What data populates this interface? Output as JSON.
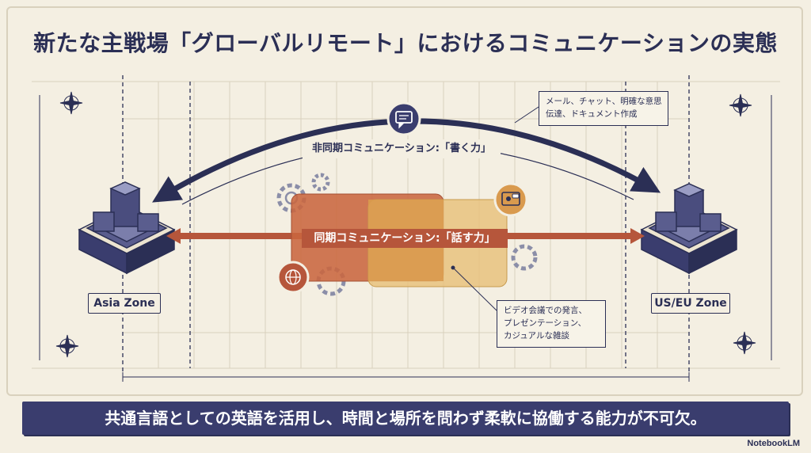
{
  "title": "新たな主戦場「グローバルリモート」におけるコミュニケーションの実態",
  "zones": {
    "left": "Asia Zone",
    "right": "US/EU Zone"
  },
  "async": {
    "label": "非同期コミュニケーション:「書く力」",
    "note_line1": "メール、チャット、明確な意思",
    "note_line2": "伝達、ドキュメント作成"
  },
  "sync": {
    "label": "同期コミュニケーション:「話す力」",
    "note_line1": "ビデオ会議での発言、",
    "note_line2": "プレゼンテーション、",
    "note_line3": "カジュアルな雑談"
  },
  "footer": "共通言語としての英語を活用し、時間と場所を問わず柔軟に協働する能力が不可欠。",
  "brand": "NotebookLM",
  "icons": [
    "chat-bubble-icon",
    "video-call-icon",
    "globe-icon",
    "gear-icon",
    "compass-rose-icon"
  ],
  "colors": {
    "navy": "#2b2f55",
    "paper": "#f4efe2",
    "rust": "#b6563b",
    "ochre": "#d99a4e",
    "tan": "#e8c27e"
  }
}
